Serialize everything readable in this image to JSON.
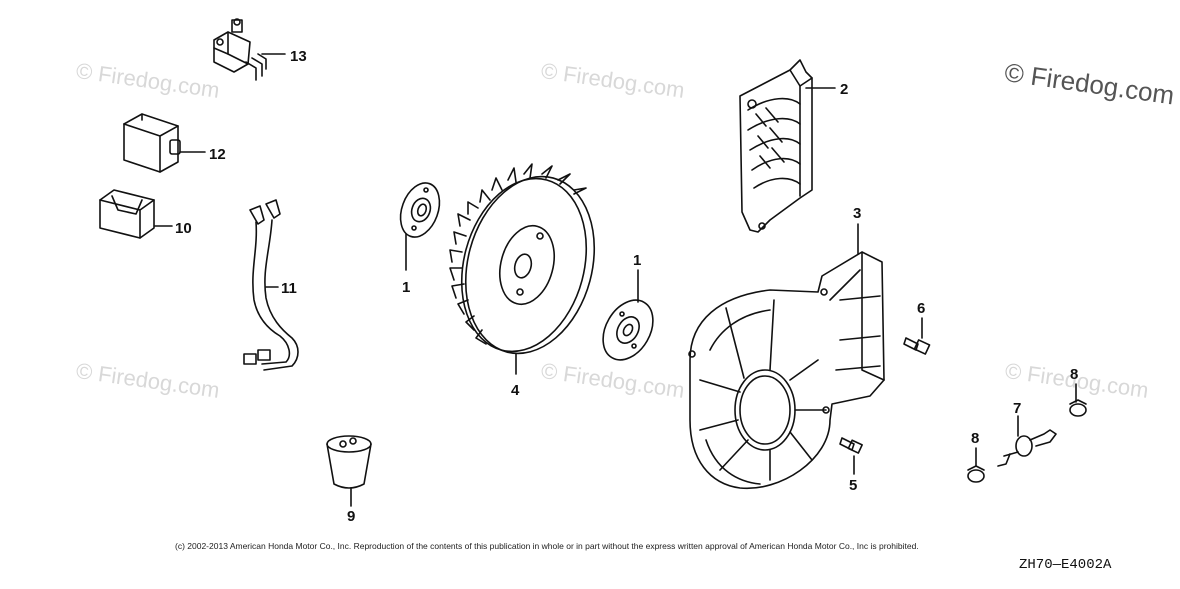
{
  "watermarks": {
    "text": "© Firedog.com",
    "prominent": "© Firedog.com"
  },
  "callouts": {
    "p1a": "1",
    "p1b": "1",
    "p2": "2",
    "p3": "3",
    "p4": "4",
    "p5": "5",
    "p6": "6",
    "p7": "7",
    "p8a": "8",
    "p8b": "8",
    "p9": "9",
    "p10": "10",
    "p11": "11",
    "p12": "12",
    "p13": "13"
  },
  "footer": {
    "copyright": "(c) 2002-2013 American Honda Motor Co., Inc. Reproduction of the contents of this publication in whole or in part without the express written approval of American Honda Motor Co., Inc is prohibited.",
    "diagram_code": "ZH70—E4002A"
  },
  "colors": {
    "line": "#111111",
    "watermark": "#d8d8d8",
    "background": "#ffffff"
  }
}
